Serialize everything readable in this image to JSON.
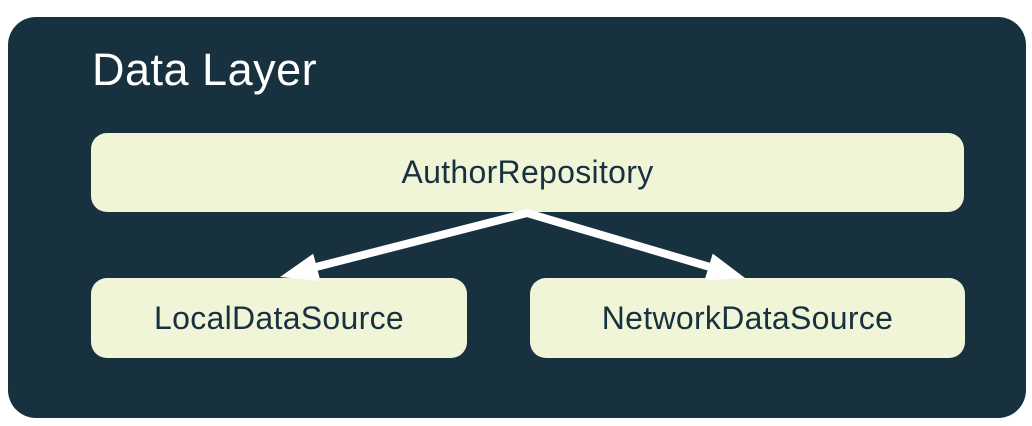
{
  "diagram": {
    "title": "Data Layer",
    "nodes": {
      "repository": {
        "label": "AuthorRepository"
      },
      "local": {
        "label": "LocalDataSource"
      },
      "network": {
        "label": "NetworkDataSource"
      }
    },
    "edges": [
      {
        "from": "AuthorRepository",
        "to": "LocalDataSource"
      },
      {
        "from": "AuthorRepository",
        "to": "NetworkDataSource"
      }
    ],
    "colors": {
      "page_bg": "#FFFFFF",
      "container_bg": "#17313F",
      "node_bg": "#F0F5D8",
      "node_text": "#17313F",
      "title_text": "#FFFFFF",
      "arrow": "#FFFFFF"
    }
  }
}
